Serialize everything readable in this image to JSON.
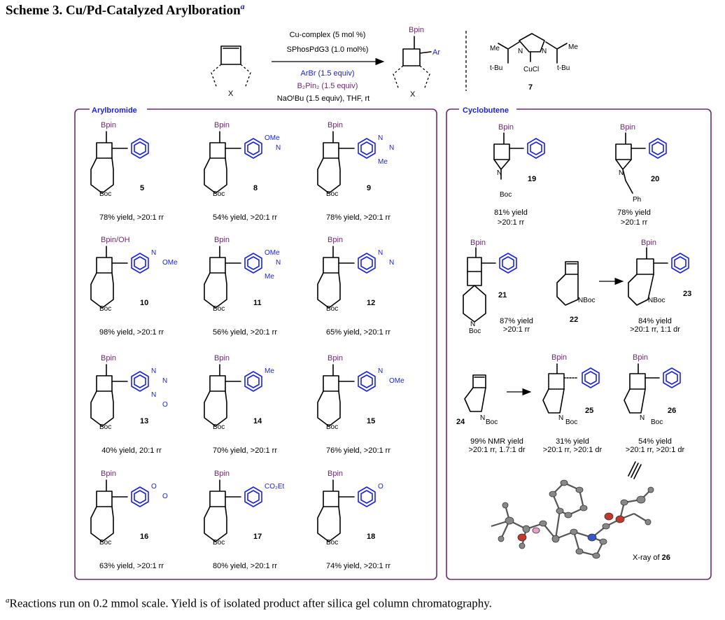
{
  "title": {
    "text": "Scheme 3. Cu/Pd-Catalyzed Arylboration",
    "mark": "a"
  },
  "reaction": {
    "conditions_top": [
      "Cu-complex (5 mol %)",
      "SPhosPdG3 (1.0 mol%)"
    ],
    "conditions_bottom": [
      "ArBr (1.5 equiv)",
      "B₂Pin₂ (1.5 equiv)",
      "NaOᵗBu (1.5 equiv), THF, rt"
    ],
    "x_label": "X",
    "bpin_label": "Bpin",
    "ar_label": "Ar",
    "catalyst": {
      "number": "7",
      "cucl": "CuCl",
      "me": "Me",
      "tbu": "t-Bu",
      "n": "N"
    }
  },
  "panels": {
    "left": "Arylbromide",
    "right": "Cyclobutene"
  },
  "compounds": [
    {
      "id": "5",
      "top": "Bpin",
      "n_group": "Boc",
      "subs": [],
      "yield": "78% yield, >20:1 rr"
    },
    {
      "id": "8",
      "top": "Bpin",
      "n_group": "Boc",
      "subs": [
        "OMe",
        "N"
      ],
      "yield": "54% yield, >20:1 rr"
    },
    {
      "id": "9",
      "top": "Bpin",
      "n_group": "Boc",
      "subs": [
        "N",
        "N",
        "Me"
      ],
      "yield": "78% yield, >20:1 rr"
    },
    {
      "id": "10",
      "top": "Bpin/OH",
      "n_group": "Boc",
      "subs": [
        "N",
        "OMe"
      ],
      "yield": "98% yield, >20:1 rr"
    },
    {
      "id": "11",
      "top": "Bpin",
      "n_group": "Boc",
      "subs": [
        "OMe",
        "N",
        "Me"
      ],
      "yield": "56% yield, >20:1 rr"
    },
    {
      "id": "12",
      "top": "Bpin",
      "n_group": "Boc",
      "subs": [
        "N",
        "N"
      ],
      "yield": "65% yield, >20:1 rr"
    },
    {
      "id": "13",
      "top": "Bpin",
      "n_group": "Boc",
      "subs": [
        "N",
        "N",
        "N",
        "O"
      ],
      "yield": "40% yield, 20:1 rr"
    },
    {
      "id": "14",
      "top": "Bpin",
      "n_group": "Boc",
      "subs": [
        "Me"
      ],
      "yield": "70% yield, >20:1 rr"
    },
    {
      "id": "15",
      "top": "Bpin",
      "n_group": "Boc",
      "subs": [
        "N",
        "OMe"
      ],
      "yield": "76% yield, >20:1 rr"
    },
    {
      "id": "16",
      "top": "Bpin",
      "n_group": "Boc",
      "subs": [
        "O",
        "O"
      ],
      "yield": "63% yield, >20:1 rr"
    },
    {
      "id": "17",
      "top": "Bpin",
      "n_group": "Boc",
      "subs": [
        "CO₂Et"
      ],
      "yield": "80% yield, >20:1 rr"
    },
    {
      "id": "18",
      "top": "Bpin",
      "n_group": "Boc",
      "subs": [
        "O"
      ],
      "yield": "74% yield, >20:1 rr"
    }
  ],
  "cyclobutene": [
    {
      "id": "19",
      "top": "Bpin",
      "n_group": "Boc",
      "yield": [
        "81% yield",
        ">20:1 rr"
      ]
    },
    {
      "id": "20",
      "top": "Bpin",
      "n_group": "Ph",
      "yield": [
        "78% yield",
        ">20:1 rr"
      ]
    },
    {
      "id": "21",
      "top": "Bpin",
      "n_group": "Boc",
      "yield": [
        "87% yield",
        ">20:1 rr"
      ]
    },
    {
      "id": "22",
      "n_group": "NBoc"
    },
    {
      "id": "23",
      "top": "Bpin",
      "n_group": "NBoc",
      "yield": [
        "84% yield",
        ">20:1 rr, 1:1 dr"
      ]
    },
    {
      "id": "24",
      "n_group": "Boc",
      "yield": [
        "99% NMR yield",
        ">20:1 rr, 1.7:1 dr"
      ]
    },
    {
      "id": "25",
      "top": "Bpin",
      "n_group": "Boc",
      "yield": [
        "31% yield",
        ">20:1 rr, >20:1 dr"
      ]
    },
    {
      "id": "26",
      "top": "Bpin",
      "n_group": "Boc",
      "yield": [
        "54% yield",
        ">20:1 rr, >20:1 dr"
      ]
    }
  ],
  "xray": {
    "label_prefix": "X-ray of",
    "compound": "26"
  },
  "footnote": {
    "mark": "a",
    "text": "Reactions run on 0.2 mmol scale. Yield is of isolated product after silica gel column chromatography."
  },
  "colors": {
    "aryl": "#1a22e0",
    "boron": "#6b2b6b",
    "panel_label": "#1a22e0"
  }
}
